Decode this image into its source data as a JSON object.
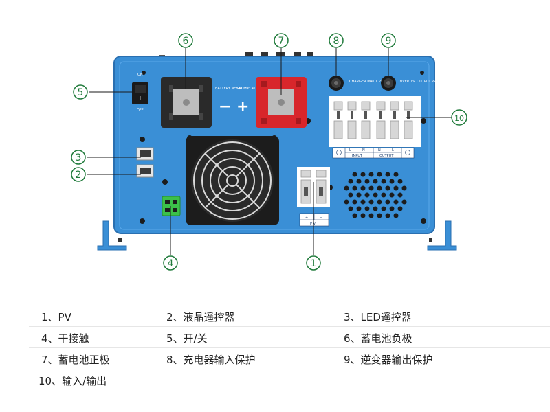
{
  "panel": {
    "switch_on": "ON",
    "switch_off": "OFF",
    "battery_negative": "BATTERY NEGATIVE",
    "battery_positive": "BATTERY POSITIV",
    "minus_sign": "−",
    "plus_sign": "+",
    "charger_protect": "CHARGER INPUT PROTECT",
    "inverter_protect": "INVERTER OUTPUT PROTECT",
    "terminal_letters": [
      "L",
      "N",
      "N",
      "L"
    ],
    "input_label": "INPUT",
    "output_label": "OUTPUT",
    "pv_plus": "+",
    "pv_minus": "−",
    "pv_label": "P V"
  },
  "callouts": [
    {
      "id": "1",
      "symbol": "①"
    },
    {
      "id": "2",
      "symbol": "②"
    },
    {
      "id": "3",
      "symbol": "③"
    },
    {
      "id": "4",
      "symbol": "④"
    },
    {
      "id": "5",
      "symbol": "⑤"
    },
    {
      "id": "6",
      "symbol": "⑥"
    },
    {
      "id": "7",
      "symbol": "⑦"
    },
    {
      "id": "8",
      "symbol": "⑧"
    },
    {
      "id": "9",
      "symbol": "⑨"
    },
    {
      "id": "10",
      "symbol": "⑩"
    }
  ],
  "legend": [
    [
      "1、PV",
      "2、液晶遥控器",
      "3、LED遥控器"
    ],
    [
      "4、干接触",
      "5、开/关",
      "6、蓄电池负极"
    ],
    [
      "7、蓄电池正极",
      "8、充电器输入保护",
      "9、逆变器输出保护"
    ],
    [
      "10、输入/输出"
    ]
  ],
  "colors": {
    "panel_blue": "#3a8fd6",
    "panel_blue_dark": "#2a6fb0",
    "callout_green": "#1f7a3a",
    "battery_negative_block": "#2a2a2a",
    "battery_positive_block": "#d8262b",
    "dry_contact_green": "#3cc04a"
  }
}
